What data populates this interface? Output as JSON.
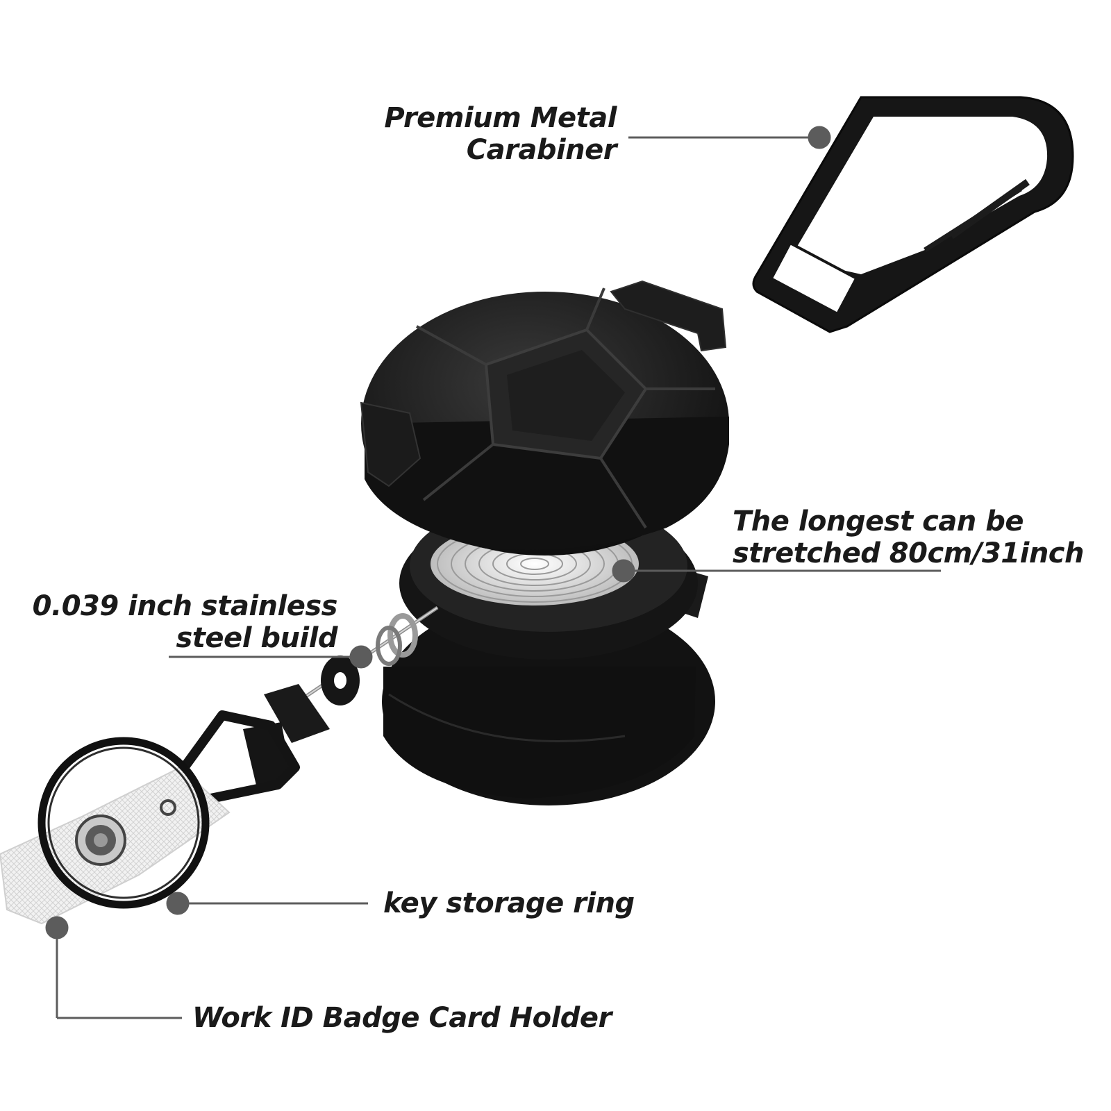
{
  "callouts": {
    "carabiner": {
      "line1": "Premium Metal",
      "line2": "Carabiner"
    },
    "stretch": {
      "line1": "The longest can be",
      "line2": "stretched 80cm/31inch"
    },
    "steel": {
      "line1": "0.039 inch stainless",
      "line2": "steel build"
    },
    "ring": {
      "label": "key storage ring"
    },
    "badge": {
      "label": "Work ID Badge Card Holder"
    }
  },
  "colors": {
    "text": "#1a1a1a",
    "leader": "#5c5c5c",
    "product": "#141414",
    "background": "#ffffff"
  }
}
